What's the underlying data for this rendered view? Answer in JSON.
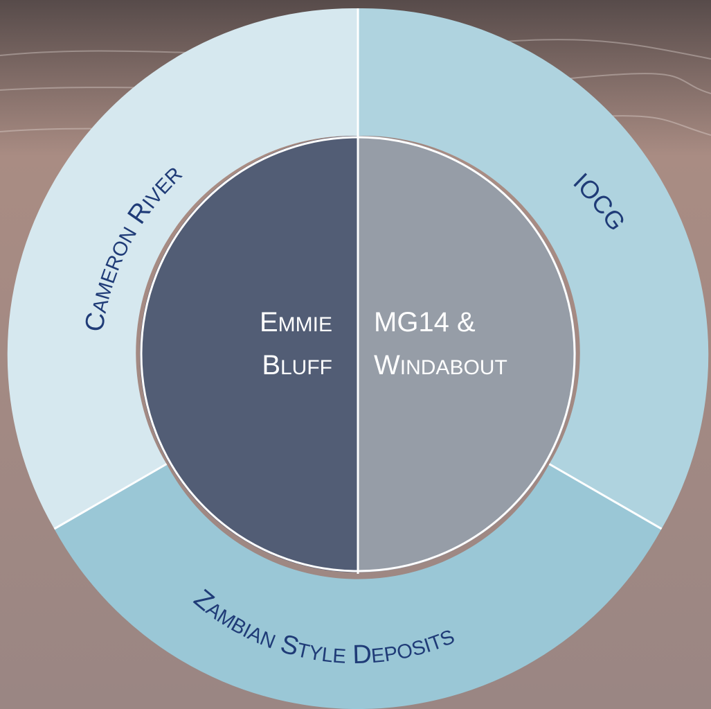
{
  "colors": {
    "background_top": "#574b4a",
    "background_mid": "#a98c83",
    "background_bottom": "#9a8683",
    "segment_cameron": "#d6e8ef",
    "segment_iocg": "#afd3df",
    "segment_zambian": "#9ac7d6",
    "inner_left": "#525d75",
    "inner_right": "#969da7",
    "outer_text": "#1f3b77",
    "inner_text": "#ffffff",
    "divider": "#ffffff"
  },
  "outer_ring": {
    "cameron": {
      "cap": "C",
      "rest": "AMERON",
      "cap2": "R",
      "rest2": "IVER"
    },
    "iocg": {
      "text": "IOCG"
    },
    "zambian": {
      "cap": "Z",
      "rest": "AMBIAN",
      "cap2": "S",
      "rest2": "TYLE",
      "cap3": "D",
      "rest3": "EPOSITS"
    }
  },
  "inner_circle": {
    "left": {
      "line1_cap": "E",
      "line1_rest": "MMIE",
      "line2_cap": "B",
      "line2_rest": "LUFF"
    },
    "right": {
      "line1": "MG14 &",
      "line2_cap": "W",
      "line2_rest": "INDABOUT"
    }
  }
}
